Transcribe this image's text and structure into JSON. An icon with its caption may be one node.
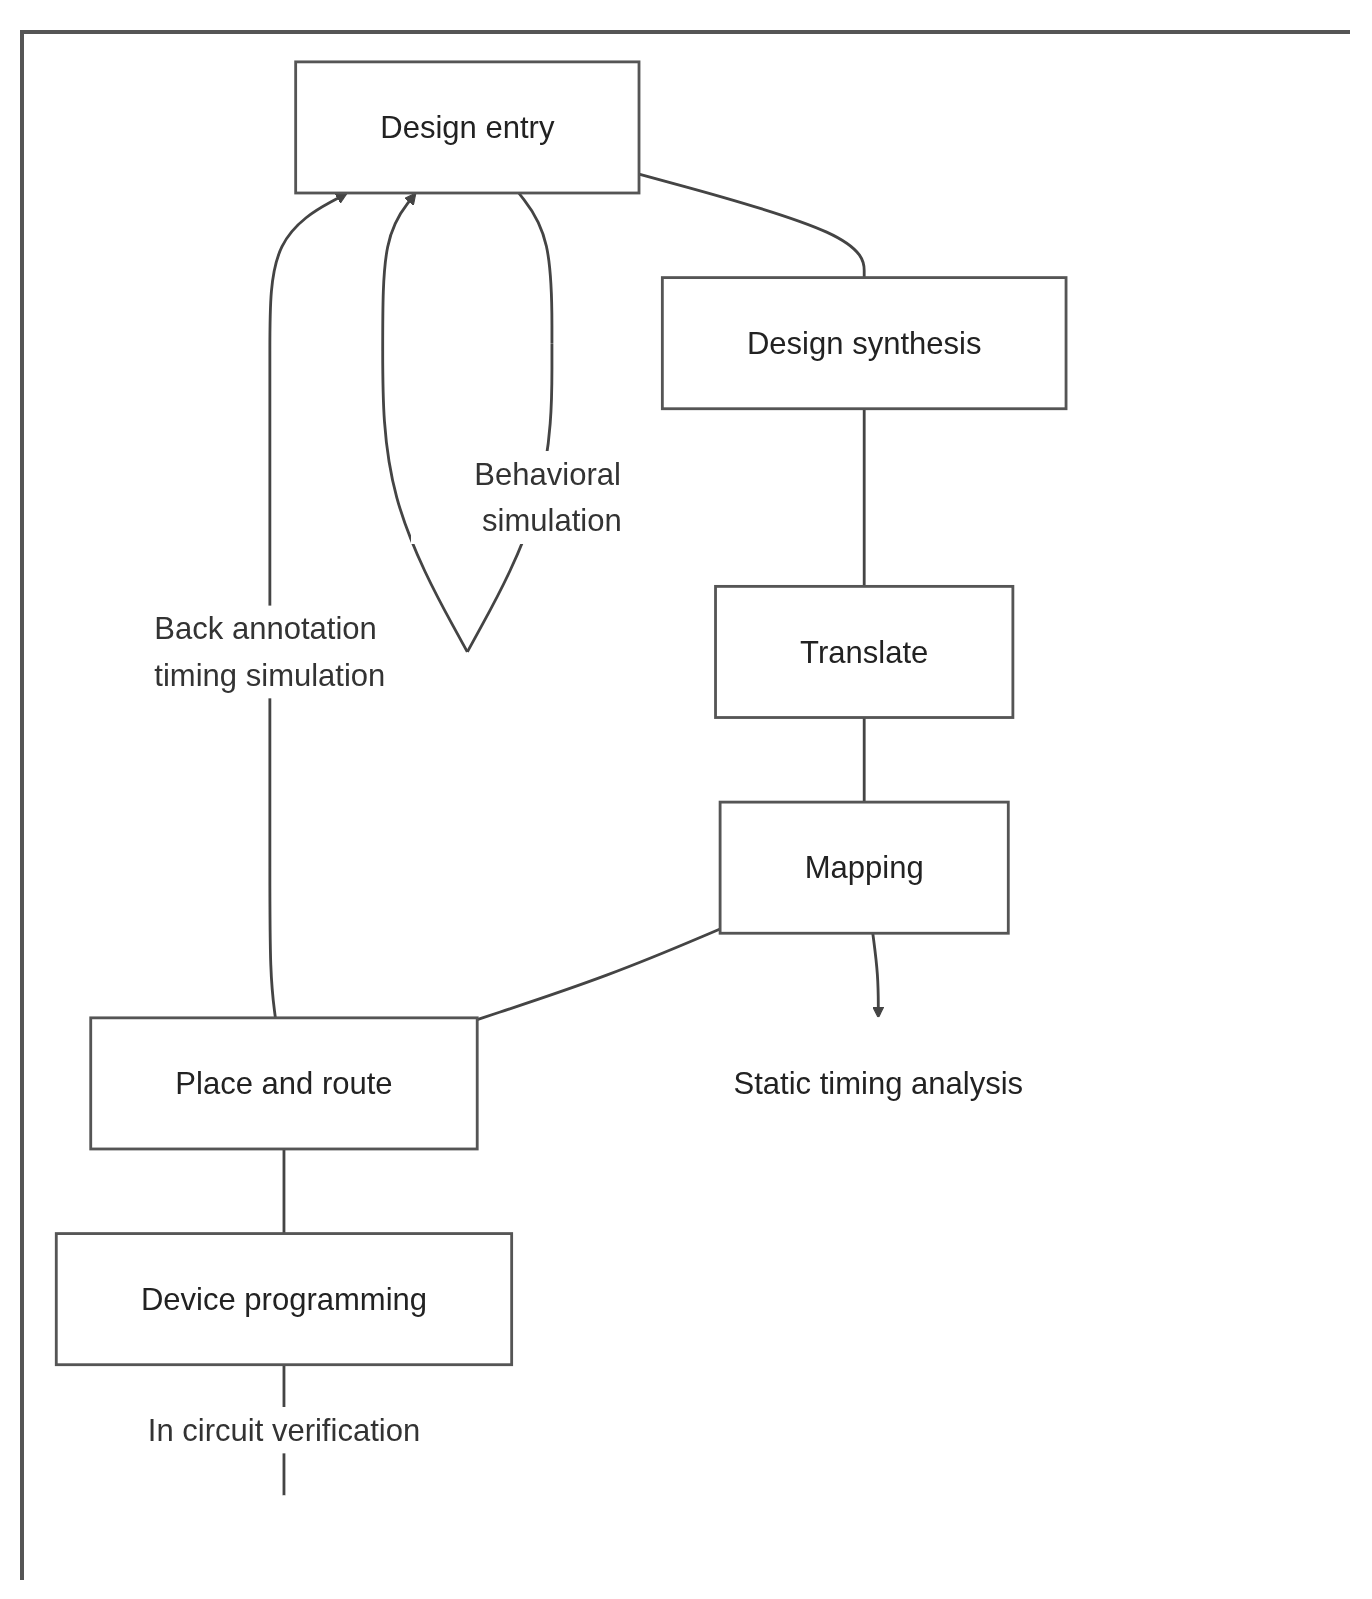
{
  "diagram": {
    "nodes": [
      {
        "text": [
          "Design entry"
        ]
      },
      {
        "text": [
          "Design synthesis"
        ]
      },
      {
        "text": [
          "Translate"
        ]
      },
      {
        "text": [
          "Mapping"
        ]
      },
      {
        "text": [
          "Place and route"
        ]
      },
      {
        "text": [
          "Device programming"
        ]
      },
      {
        "text": [
          "Static timing analysis"
        ]
      }
    ],
    "edges": [
      {
        "from": 0,
        "to": 1,
        "arrow": "none"
      },
      {
        "from": 0,
        "to": 0,
        "arrow": "to",
        "label": "Behavioral simulation"
      },
      {
        "from": 1,
        "to": 2,
        "arrow": "none"
      },
      {
        "from": 2,
        "to": 3,
        "arrow": "none"
      },
      {
        "from": 3,
        "to": 4,
        "arrow": "none"
      },
      {
        "from": 3,
        "to": 6,
        "arrow": "to"
      },
      {
        "from": 4,
        "to": 5,
        "arrow": "none"
      },
      {
        "from": 4,
        "to": 0,
        "arrow": "to",
        "label": "Back annotation timing simulation"
      },
      {
        "from": 5,
        "to": null,
        "arrow": "none",
        "label": "In circuit verification"
      }
    ]
  }
}
